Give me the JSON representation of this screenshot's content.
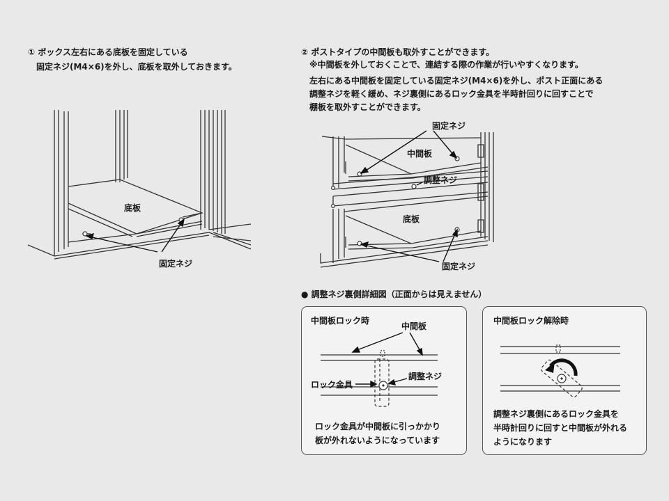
{
  "step1": {
    "line1": "① ボックス左右にある底板を固定している",
    "line2": "　固定ネジ(M4×6)を外し、底板を取外しておきます。"
  },
  "step2": {
    "line1": "② ポストタイプの中間板も取外すことができます。",
    "line2": "　※中間板を外しておくことで、連結する際の作業が行いやすくなります。",
    "line3": "　左右にある中間板を固定している固定ネジ(M4×6)を外し、ポスト正面にある",
    "line4": "　調整ネジを軽く緩め、ネジ裏側にあるロック金具を半時計回りに回すことで",
    "line5": "　棚板を取外すことができます。"
  },
  "fig1": {
    "bottom_plate": "底板",
    "fixing_screw": "固定ネジ"
  },
  "fig2": {
    "fixing_screw_top": "固定ネジ",
    "middle_plate": "中間板",
    "adjust_screw": "調整ネジ",
    "bottom_plate": "底板",
    "fixing_screw_bottom": "固定ネジ"
  },
  "detail": {
    "heading": "● 調整ネジ裏側詳細図（正面からは見えません）",
    "lock": {
      "title": "中間板ロック時",
      "middle_plate": "中間板",
      "lock_bracket": "ロック金具",
      "adjust_screw": "調整ネジ",
      "caption1": "ロック金具が中間板に引っかかり",
      "caption2": "板が外れないようになっています"
    },
    "release": {
      "title": "中間板ロック解除時",
      "caption1": "調整ネジ裏側にあるロック金具を",
      "caption2": "半時計回りに回すと中間板が外れる",
      "caption3": "ようになります"
    }
  }
}
